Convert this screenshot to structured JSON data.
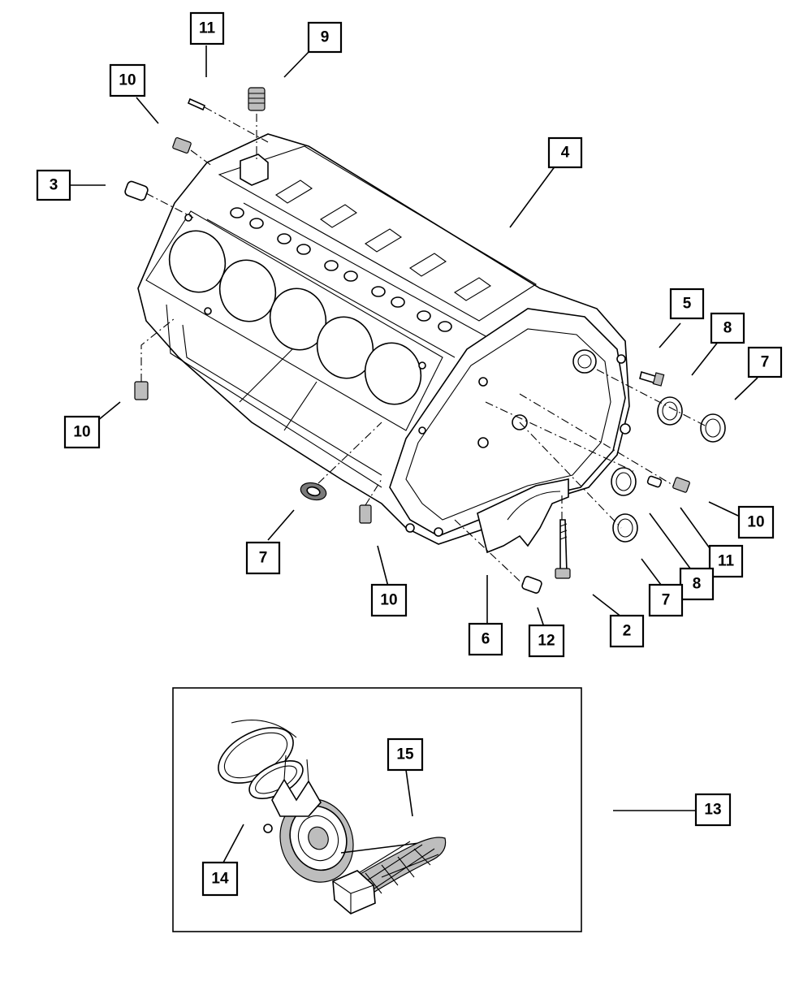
{
  "callouts": [
    "11",
    "9",
    "10",
    "3",
    "4",
    "5",
    "8",
    "7",
    "10",
    "7",
    "10",
    "10",
    "11",
    "8",
    "7",
    "2",
    "6",
    "12",
    "15",
    "13",
    "14"
  ],
  "colors": {
    "line": "#000000",
    "background": "#ffffff",
    "shade": "#bdbdbd"
  }
}
